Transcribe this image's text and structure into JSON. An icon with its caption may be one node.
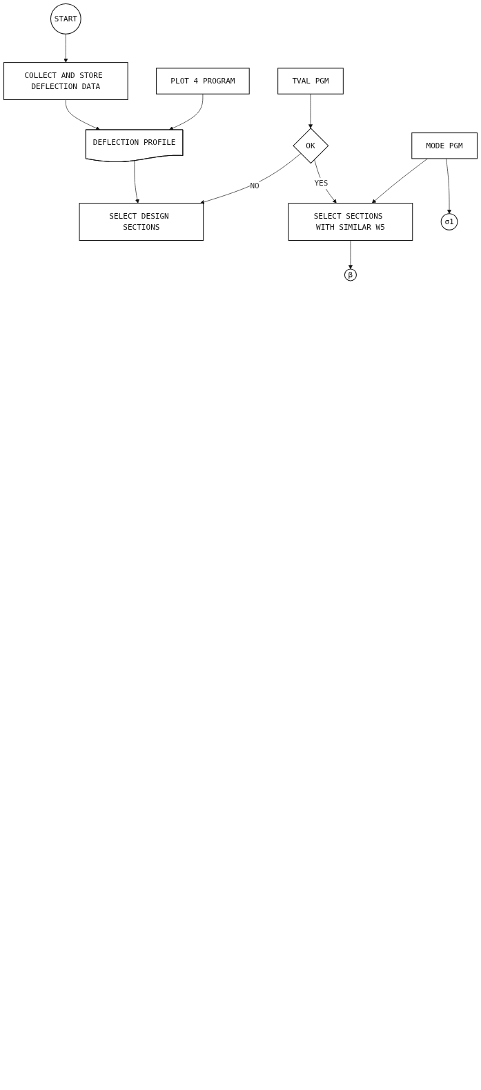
{
  "diagram": {
    "nodes": [
      {
        "text": [
          "START"
        ]
      },
      {
        "text": [
          "COLLECT AND STORE DEFLECTION DATA"
        ]
      },
      {
        "text": [
          "PLOT 4 PROGRAM"
        ]
      },
      {
        "text": [
          "DEFLECTION PROFILE"
        ]
      },
      {
        "text": [
          "SELECT DESIGN SECTIONS"
        ]
      },
      {
        "text": [
          "TVAL PGM"
        ]
      },
      {
        "text": [
          "OK"
        ]
      },
      {
        "text": [
          "MODE PGM"
        ]
      },
      {
        "text": [
          "SELECT SECTIONS WITH SIMILAR W5"
        ]
      },
      {
        "text": [
          "σ1"
        ]
      },
      {
        "text": [
          "β"
        ]
      }
    ],
    "edges": [
      {
        "from": 0,
        "to": 1,
        "arrow": "to"
      },
      {
        "from": 1,
        "to": 3,
        "arrow": "to"
      },
      {
        "from": 2,
        "to": 3,
        "arrow": "to"
      },
      {
        "from": 3,
        "to": 4,
        "arrow": "to"
      },
      {
        "from": 5,
        "to": 6,
        "arrow": "to"
      },
      {
        "from": 6,
        "to": 4,
        "arrow": "to",
        "label": "NO"
      },
      {
        "from": 6,
        "to": 8,
        "arrow": "to",
        "label": "YES"
      },
      {
        "from": 7,
        "to": 8,
        "arrow": "to"
      },
      {
        "from": 7,
        "to": 9,
        "arrow": "to"
      },
      {
        "from": 8,
        "to": 10,
        "arrow": "to"
      }
    ]
  }
}
